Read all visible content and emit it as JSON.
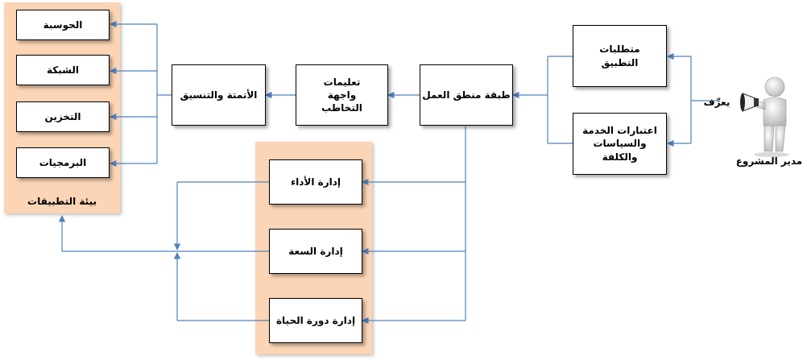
{
  "panels": {
    "app_env_label": "بيئة التطبيقات"
  },
  "boxes": {
    "computing": "الحوسبة",
    "network": "الشبكة",
    "storage": "التخزين",
    "software": "البرمجيات",
    "automation": "الأتمتة والتنسيق",
    "interface": "تعليمات واجهة التخاطب",
    "business_logic": "طبقة منطق العمل",
    "app_requirements": "متطلبات التطبيق",
    "service_considerations": "اعتبارات الخدمة والسياسات والكلفة",
    "performance_mgmt": "إدارة الأداء",
    "capacity_mgmt": "إدارة السعة",
    "lifecycle_mgmt": "إدارة دورة الحياة"
  },
  "actor": {
    "verb": "يعرِّف",
    "name": "مدير المشروع"
  },
  "colors": {
    "arrow": "#4f81bd",
    "panel": "#fbd5b5"
  }
}
